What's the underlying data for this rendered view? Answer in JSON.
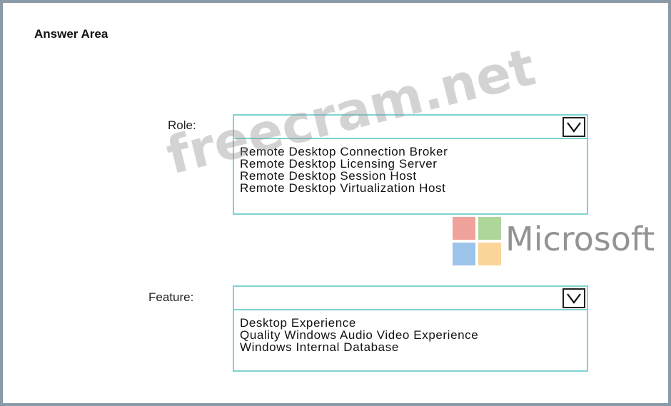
{
  "title": "Answer Area",
  "role": {
    "label": "Role:",
    "selected": "",
    "options": [
      "Remote Desktop Connection Broker",
      "Remote Desktop Licensing Server",
      "Remote Desktop Session Host",
      "Remote Desktop Virtualization Host"
    ]
  },
  "feature": {
    "label": "Feature:",
    "selected": "",
    "options": [
      "Desktop Experience",
      "Quality Windows Audio Video Experience",
      "Windows Internal Database"
    ]
  },
  "icons": {
    "dropdown_arrow": "chevron-down-icon"
  },
  "watermark": {
    "text": "freecram.net"
  },
  "logo": {
    "text": "Microsoft",
    "colors": [
      "#f0a39a",
      "#aed59a",
      "#9cc4ea",
      "#fcd59a"
    ]
  },
  "colors": {
    "frame_border": "#8a9ba7",
    "dropdown_border": "#7fd3d0",
    "text": "#111111"
  }
}
